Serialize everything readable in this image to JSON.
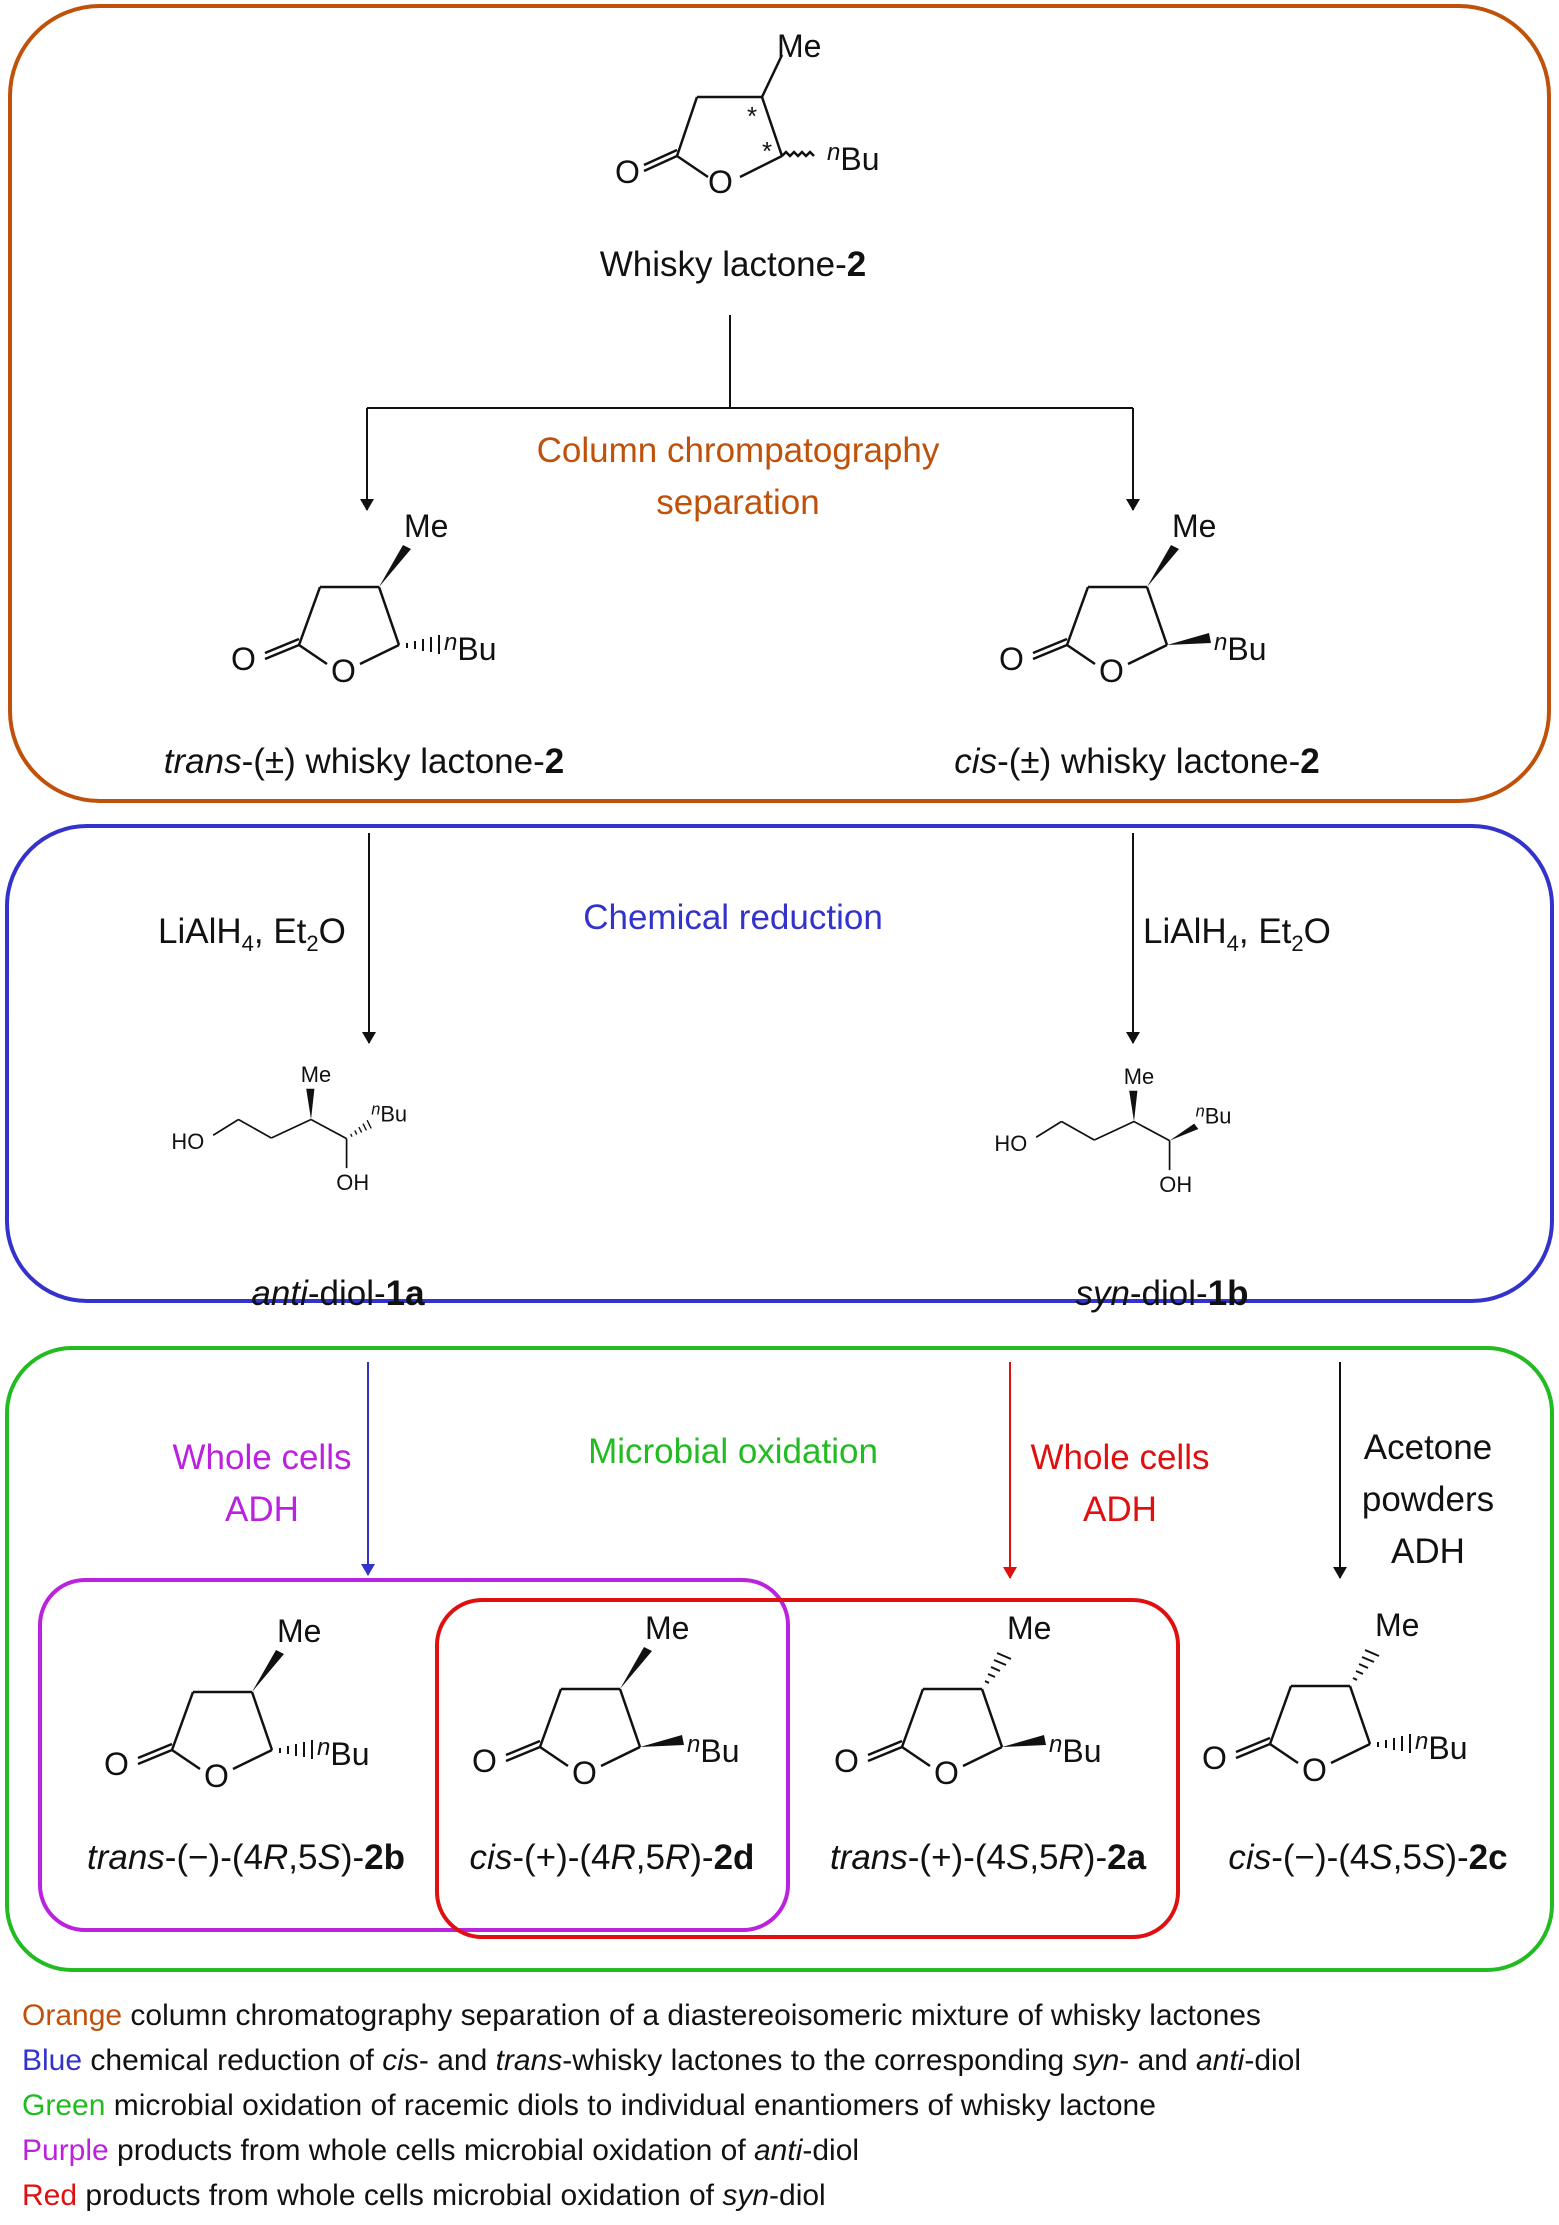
{
  "sections": {
    "separation": "Column chrompatography\nseparation",
    "reduction": "Chemical reduction",
    "oxidation": "Microbial oxidation"
  },
  "atoms": {
    "me": "Me",
    "o": "O",
    "bu": "Bu",
    "bu_prefix": "n",
    "ho": "HO",
    "oh": "OH",
    "star": "*"
  },
  "reagents": {
    "left": {
      "a": "LiAlH",
      "s1": "4",
      "b": ", Et",
      "s2": "2",
      "c": "O"
    },
    "right": {
      "a": "LiAlH",
      "s1": "4",
      "b": ", Et",
      "s2": "2",
      "c": "O"
    }
  },
  "conditions": {
    "purple": "Whole cells\nADH",
    "red": "Whole cells\nADH",
    "black": "Acetone\npowders\nADH"
  },
  "compounds": {
    "top": {
      "label": "Whisky lactone-",
      "num": "2"
    },
    "trans_rac": {
      "prefix": "trans",
      "label": "-(±) whisky lactone-",
      "num": "2"
    },
    "cis_rac": {
      "prefix": "cis",
      "label": "-(±) whisky lactone-",
      "num": "2"
    },
    "anti_diol": {
      "prefix": "anti",
      "label": "-diol-",
      "num": "1a"
    },
    "syn_diol": {
      "prefix": "syn",
      "label": "-diol-",
      "num": "1b"
    },
    "p2b": {
      "prefix": "trans",
      "a": "-(−)-(4",
      "b": "R",
      "c": ",5",
      "d": "S",
      "e": ")-",
      "num": "2b"
    },
    "p2d": {
      "prefix": "cis",
      "a": "-(+)-(4",
      "b": "R",
      "c": ",5",
      "d": "R",
      "e": ")-",
      "num": "2d"
    },
    "p2a": {
      "prefix": "trans",
      "a": "-(+)-(4",
      "b": "S",
      "c": ",5",
      "d": "R",
      "e": ")-",
      "num": "2a"
    },
    "p2c": {
      "prefix": "cis",
      "a": "-(−)-(4",
      "b": "S",
      "c": ",5",
      "d": "S",
      "e": ")-",
      "num": "2c"
    }
  },
  "legend": [
    {
      "color_word": "Orange",
      "parts": [
        {
          "t": " column chromatography separation of a diastereoisomeric mixture of whisky lactones"
        }
      ]
    },
    {
      "color_word": "Blue",
      "parts": [
        {
          "t": " chemical reduction of "
        },
        {
          "t": "cis",
          "i": true
        },
        {
          "t": "- and "
        },
        {
          "t": "trans",
          "i": true
        },
        {
          "t": "-whisky lactones  to the corresponding "
        },
        {
          "t": "syn",
          "i": true
        },
        {
          "t": "- and "
        },
        {
          "t": "anti",
          "i": true
        },
        {
          "t": "-diol"
        }
      ]
    },
    {
      "color_word": "Green",
      "parts": [
        {
          "t": " microbial oxidation of racemic diols to individual enantiomers of whisky lactone"
        }
      ]
    },
    {
      "color_word": "Purple",
      "parts": [
        {
          "t": " products from whole cells microbial oxidation of "
        },
        {
          "t": "anti",
          "i": true
        },
        {
          "t": "-diol"
        }
      ]
    },
    {
      "color_word": "Red",
      "parts": [
        {
          "t": " products from whole cells microbial oxidation of "
        },
        {
          "t": "syn",
          "i": true
        },
        {
          "t": "-diol"
        }
      ]
    }
  ],
  "colors": {
    "orange": "#c0510a",
    "blue": "#3333cc",
    "green": "#22bb22",
    "purple": "#bb22dd",
    "red": "#e01010",
    "black": "#111111"
  }
}
